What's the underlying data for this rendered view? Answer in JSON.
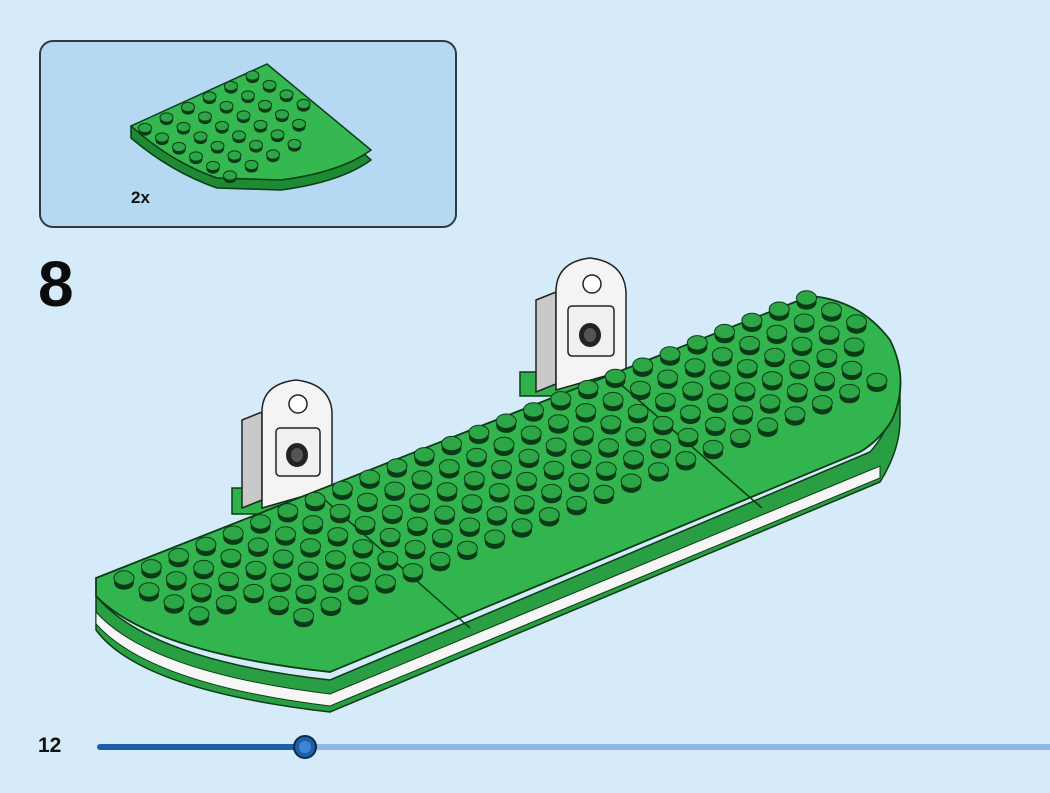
{
  "callout": {
    "quantity": "2x",
    "part_icon": "green-round-corner-plate-icon",
    "part_color": "#2fb24a"
  },
  "step": {
    "number": "8"
  },
  "page": {
    "number": "12"
  },
  "progress": {
    "value": 0.26,
    "fill_color": "#1f5fa8",
    "track_color": "#8fb8e3"
  },
  "colors": {
    "plate_green": "#2fb24a",
    "plate_dark": "#1e8a34",
    "stud_dark": "#0d3a16",
    "bracket_white": "#f4f4f4"
  }
}
